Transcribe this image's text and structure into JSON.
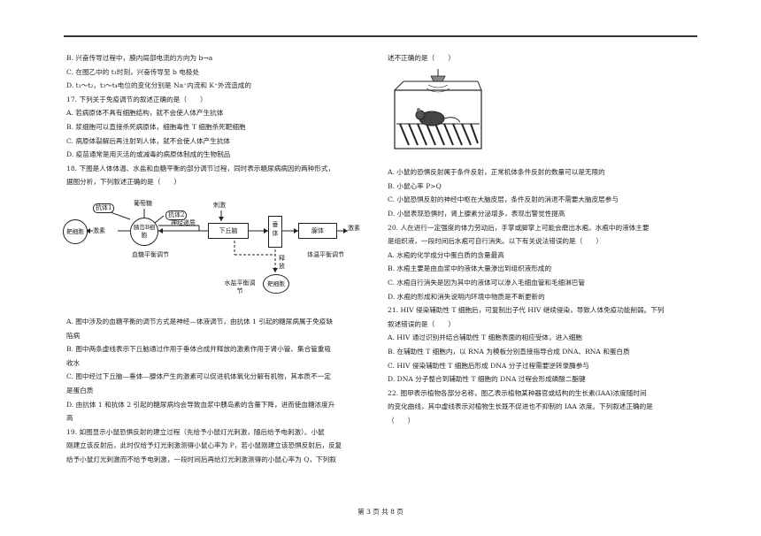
{
  "left_column": {
    "lines_top": [
      "B. 兴奋传导过程中，膜内局部电流的方向为 b→a",
      "C. 在图乙中的 t₁时刻，兴奋传导至 b 电极处",
      "D. t₁～t₂，t₃～t₄电位的变化分别是 Na⁺内流和 K⁺外流造成的",
      "17. 下列关于免疫调节的叙述正确的是（　　）",
      "A. 若病原体不具有细胞结构，就不会使人体产生抗体",
      "B. 浆细胞可以直接杀死病原体，细胞毒性 T 细胞杀死靶细胞",
      "C. 病原体裂解后再注射到人体，就不会使人体产生抗体",
      "D. 疫苗通常是用灭活的或减毒的病原体制成的生物制品",
      "18. 下图是人体体温、水盐和血糖平衡的部分调节过程，同时表示糖尿病病因的两种形式，",
      "据图分析，下列叙述正确的是（　　）"
    ],
    "diagram": {
      "antibody1": "抗体1",
      "antibody2": "抗体2",
      "glucose": "葡萄糖",
      "stimulus": "刺激",
      "islet_cell": "胰岛B细胞",
      "nerve": "神经递质",
      "target_cell": "靶细胞",
      "hormone": "激素",
      "hypothalamus": "下丘脑",
      "pituitary": "垂体",
      "gland": "腺体",
      "hormone_right": "激素",
      "release": "释放",
      "target_cell_bottom": "靶细胞",
      "glucose_regulation": "血糖平衡调节",
      "temp_regulation": "体温平衡调节",
      "water_regulation": "水盐平衡调节"
    },
    "lines_bottom": [
      "A. 图中涉及的血糖平衡的调节方式是神经—体液调节，由抗体 1 引起的糖尿病属于免疫缺",
      "陷病",
      "B. 图中两条虚线表示下丘脑通过作用于垂体合成并释放的激素作用于肾小管、集合管重吸",
      "收水",
      "C. 图中经过下丘脑—垂体—腺体产生的激素可以促进机体氧化分解有机物，其本质不一定",
      "是蛋白质",
      "D. 由抗体 1 和抗体 2 引起的糖尿病均会导致血浆中胰岛素的含量下降，进而使血糖浓度升",
      "高",
      "19. 如图显示小鼠恐惧反射的建立过程（先给予小鼠灯光刺激，随后给予电刺激）。小鼠",
      "刚建立该反射后，此时仅给予灯光刺激测得小鼠心率为 P，若小鼠刚建立该恐惧反射后，反复",
      "给予小鼠灯光刺激而不给予电刺激，一段时间后再给灯光刺激测得的小鼠心率为 Q，下列叙"
    ]
  },
  "right_column": {
    "lines_top": [
      "述不正确的是（　　）"
    ],
    "lines_bottom": [
      "A. 小鼠的恐惧反射属于条件反射，正常机体条件反射的数量可以是无限的",
      "B. 小鼠心率 P>Q",
      "C. 小鼠恐惧反射的神经中枢在大脑皮层，条件反射的消退不需要大脑皮层参与",
      "D. 小鼠表现恐惧时，肾上腺素分泌增多，表现出警觉性提高",
      "20. 人在进行一定强度的体力劳动后，手掌或脚掌上可能会磨出水疱。水疱中的液体主要",
      "是组织液，一段时间后水疱可自行消失。以下有关说法错误的是（　　）",
      "A. 水疱的化学成分中蛋白质的含量最高",
      "B. 水疱主要是由血浆中的液体大量渗出到组织液形成的",
      "C. 水疱自行消失是因为其中的液体可以渗入毛细血管和毛细淋巴管",
      "D. 水疱的形成和消失说明内环境中物质是不断更新的",
      "21. HIV 侵染辅助性 T 细胞后，可复制出子代 HIV 继续侵染，导致人体免疫功能削弱。下列",
      "叙述错误的是（　　）",
      "A. HIV 通过识别并结合辅助性 T 细胞表面的相应受体，进入细胞",
      "B. 在辅助性 T 细胞内，以 RNA 为模板分别直接指导合成 DNA、RNA 和蛋白质",
      "C. HIV 侵染辅助性 T 细胞后形成 DNA 分子过程需要逆转录酶参与",
      "D. DNA 分子整合到辅助性 T 细胞的 DNA 过程会形成磷酸二酯键",
      "22. 图甲表示植物各部分名称，图乙表示植物某种器官或结构的生长素(IAA)浓度随时间",
      "的变化曲线，其中虚线表示对植物生长既不促进也不抑制的 IAA 浓度。下列叙述正确的是",
      "（　　）"
    ]
  },
  "footer": "第 3 页 共 8 页"
}
